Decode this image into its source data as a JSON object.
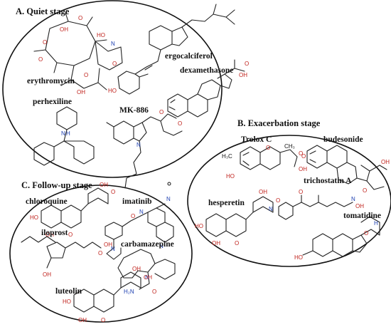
{
  "stages": {
    "quiet": "A. Quiet stage",
    "exacerbation": "B. Exacerbation stage",
    "followup": "C. Follow-up stage"
  },
  "drugs": {
    "erythromycin": "erythromycin",
    "ergocalciferol": "ergocalciferol",
    "dexamethasone": "dexamethasone",
    "perhexiline": "perhexiline",
    "mk886": "MK-886",
    "trolox": "Trolox C",
    "budesonide": "budesonide",
    "hesperetin": "hesperetin",
    "trichostatin": "trichostatin A",
    "tomatidine": "tomatidine",
    "chloroquine": "chloroquine",
    "imatinib": "imatinib",
    "iloprost": "iloprost",
    "carbamazepine": "carbamazepine",
    "luteolin": "luteolin"
  },
  "atoms": {
    "oh": "OH",
    "ho": "HO",
    "o": "O",
    "n": "N",
    "h": "H",
    "h3c": "H₃C",
    "ch3": "CH₃",
    "nh2": "H₂N"
  },
  "colors": {
    "line": "#111111",
    "oxygen": "#c0221c",
    "nitrogen": "#1c3fb0"
  }
}
